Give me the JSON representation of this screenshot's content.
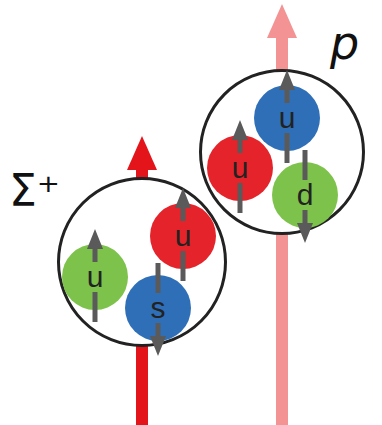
{
  "diagram": {
    "nodes": [
      {
        "text": [
          "Σ⁺"
        ]
      },
      {
        "text": [
          "u"
        ],
        "in": 0
      },
      {
        "text": [
          "u"
        ],
        "in": 0
      },
      {
        "text": [
          "s"
        ],
        "in": 0
      },
      {
        "text": [
          "p"
        ]
      },
      {
        "text": [
          "u"
        ],
        "in": 4
      },
      {
        "text": [
          "u"
        ],
        "in": 4
      },
      {
        "text": [
          "d"
        ],
        "in": 4
      }
    ]
  }
}
